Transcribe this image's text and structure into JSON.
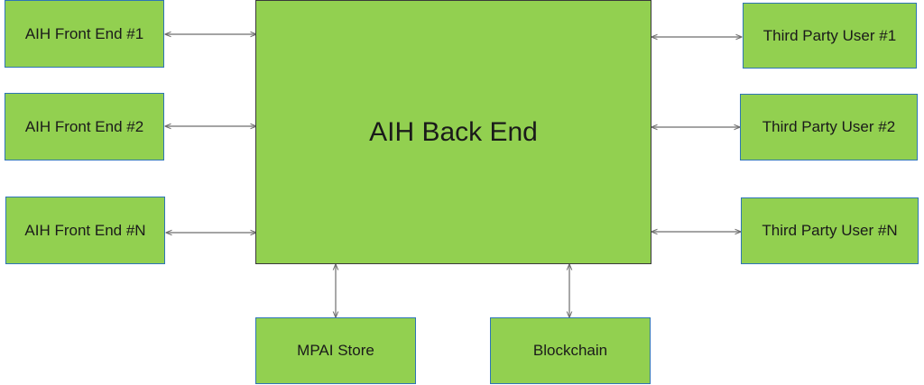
{
  "colors": {
    "box_fill": "#92d050",
    "side_border": "#2e75b6",
    "core_border": "#3a3a3a",
    "arrow": "#6e6e6e"
  },
  "diagram": {
    "back_end": "AIH Back End",
    "front_ends": [
      "AIH Front End #1",
      "AIH Front End #2",
      "AIH Front End #N"
    ],
    "third_party_users": [
      "Third Party User #1",
      "Third Party User #2",
      "Third Party User #N"
    ],
    "store": "MPAI Store",
    "blockchain": "Blockchain",
    "connections": [
      [
        "AIH Front End #1",
        "AIH Back End"
      ],
      [
        "AIH Front End #2",
        "AIH Back End"
      ],
      [
        "AIH Front End #N",
        "AIH Back End"
      ],
      [
        "AIH Back End",
        "Third Party User #1"
      ],
      [
        "AIH Back End",
        "Third Party User #2"
      ],
      [
        "AIH Back End",
        "Third Party User #N"
      ],
      [
        "AIH Back End",
        "MPAI Store"
      ],
      [
        "AIH Back End",
        "Blockchain"
      ]
    ]
  }
}
